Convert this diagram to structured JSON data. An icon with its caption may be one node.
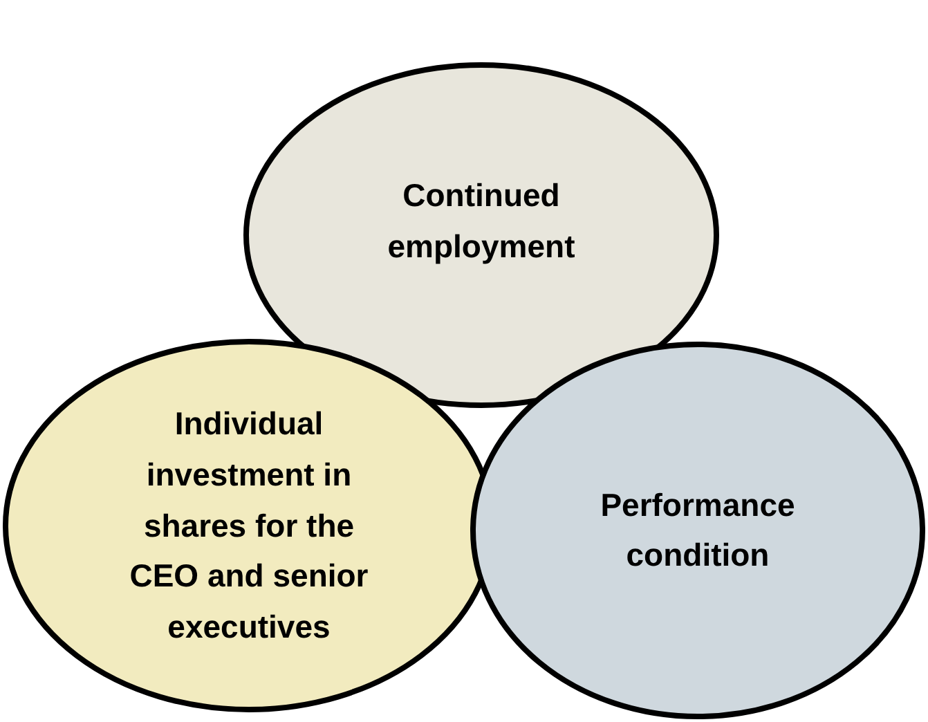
{
  "diagram": {
    "nodes": [
      {
        "text": [
          "Continued employment"
        ]
      },
      {
        "text": [
          "Individual investment in shares for the CEO and senior executives"
        ]
      },
      {
        "text": [
          "Performance condition"
        ]
      }
    ]
  }
}
